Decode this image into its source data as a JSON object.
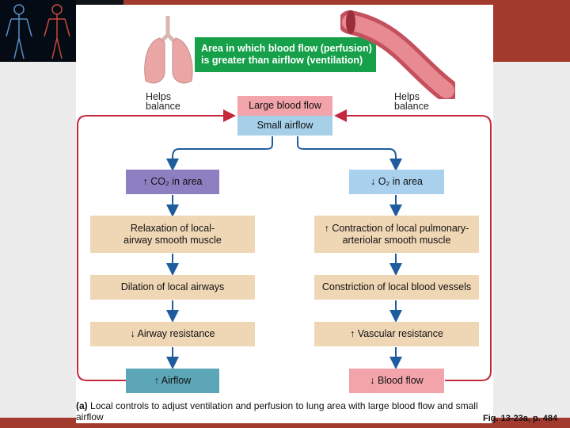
{
  "header_note": "Area in which blood flow (perfusion) is greater than airflow (ventilation)",
  "helps_left": "Helps balance",
  "helps_right": "Helps balance",
  "large_blood_flow": "Large blood flow",
  "small_airflow": "Small airflow",
  "left_column": {
    "co2": "↑ CO₂ in area",
    "relaxation": "Relaxation of local-airway smooth muscle",
    "dilation": "Dilation of local airways",
    "resistance": "↓ Airway resistance",
    "airflow": "↑ Airflow"
  },
  "right_column": {
    "o2": "↓ O₂ in area",
    "contraction": "↑ Contraction of local pulmonary-arteriolar smooth muscle",
    "constriction": "Constriction of local blood vessels",
    "resistance": "↑ Vascular resistance",
    "bloodflow": "↓ Blood flow"
  },
  "caption_label": "(a)",
  "caption_text": "Local controls to adjust ventilation and perfusion to lung area with large blood flow and small airflow",
  "figure_ref": "Fig. 13-23a, p. 484",
  "colors": {
    "frame": "#a33a2e",
    "arrow_red": "#c4283c",
    "arrow_blue": "#1f5c9e",
    "green_box": "#16a04a"
  }
}
